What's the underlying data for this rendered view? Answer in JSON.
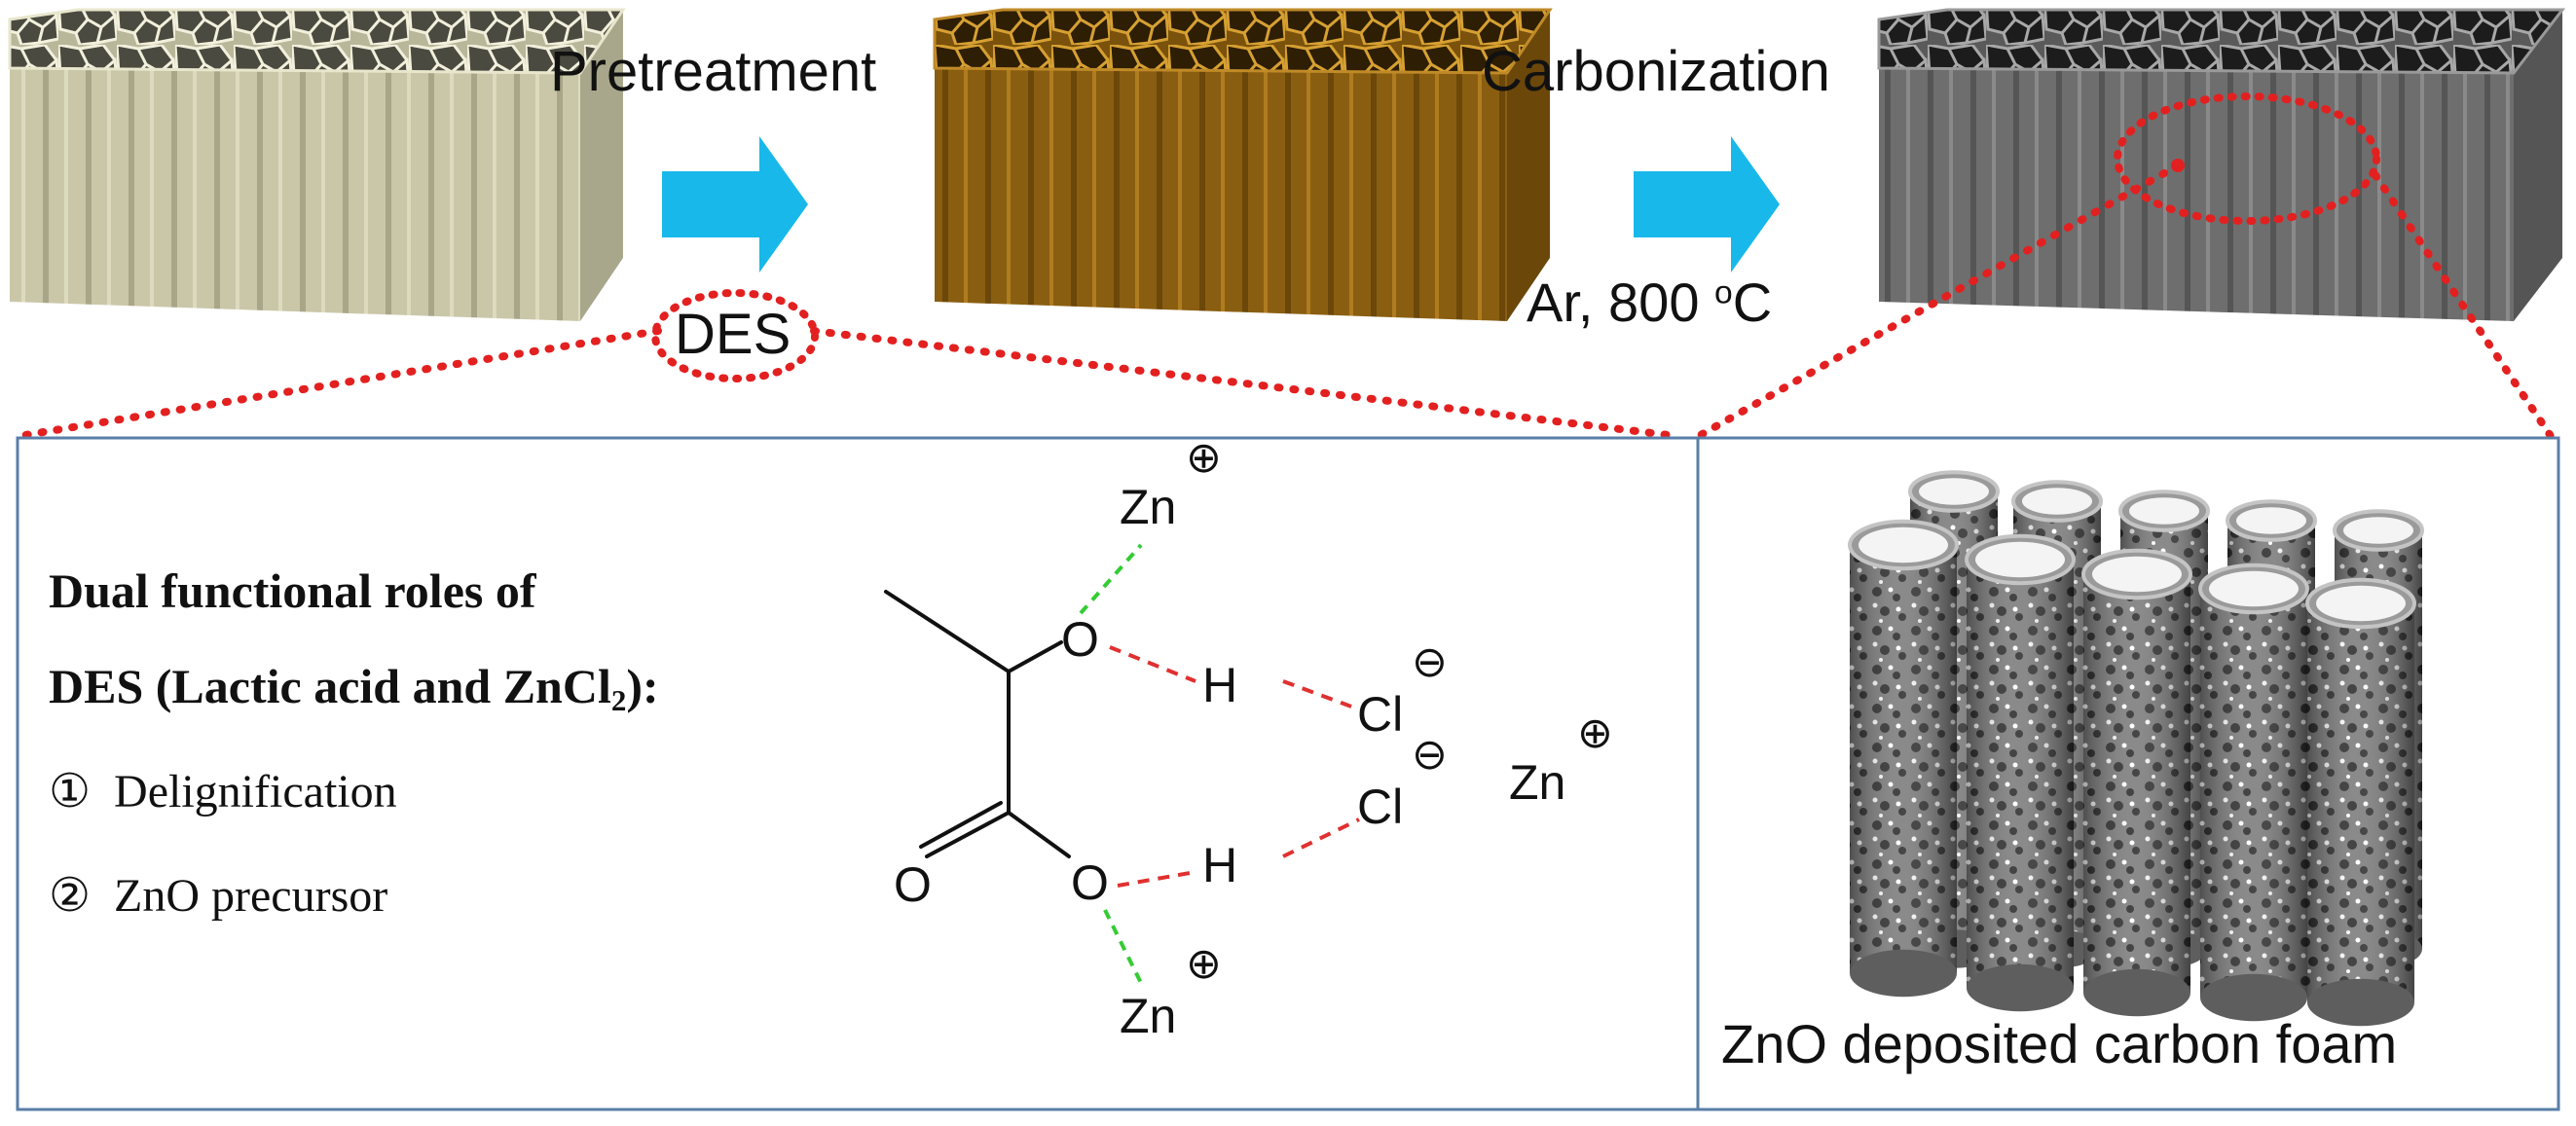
{
  "top": {
    "step1_label": "Pretreatment",
    "step1_reagent": "DES",
    "step2_label": "Carbonization",
    "step2_condition_prefix": "Ar, 800 ",
    "step2_condition_degree": "o",
    "step2_condition_unit": "C"
  },
  "left_panel": {
    "title_line1": "Dual functional roles of",
    "title_line2_prefix": "DES (Lactic acid and ZnCl",
    "title_line2_sub": "2",
    "title_line2_suffix": "):",
    "roles": [
      {
        "marker": "①",
        "text": "Delignification"
      },
      {
        "marker": "②",
        "text": "ZnO precursor"
      }
    ]
  },
  "chemistry": {
    "atoms": {
      "zn_top": "Zn",
      "zn_free": "Zn",
      "zn_bottom": "Zn",
      "o_hydroxyl": "O",
      "o_carboxyl": "O",
      "o_carbonyl": "O",
      "h_top": "H",
      "h_bottom": "H",
      "cl_top": "Cl",
      "cl_bottom": "Cl"
    },
    "charges": {
      "positive": "⊕",
      "negative": "⊖"
    },
    "colors": {
      "coordination_bond": "#33cc33",
      "hydrogen_bond": "#e03030",
      "covalent_bond": "#111111"
    }
  },
  "right_panel": {
    "caption": "ZnO deposited carbon foam"
  },
  "colors": {
    "raw_wood": "#c9c7a8",
    "pretreated_wood": "#8a5e10",
    "carbonized_wood": "#6a6a6a",
    "arrow": "#19b8ea",
    "zoom_dots": "#e32020",
    "panel_border": "#5a7fa8",
    "tube": "#7c7c7c"
  }
}
